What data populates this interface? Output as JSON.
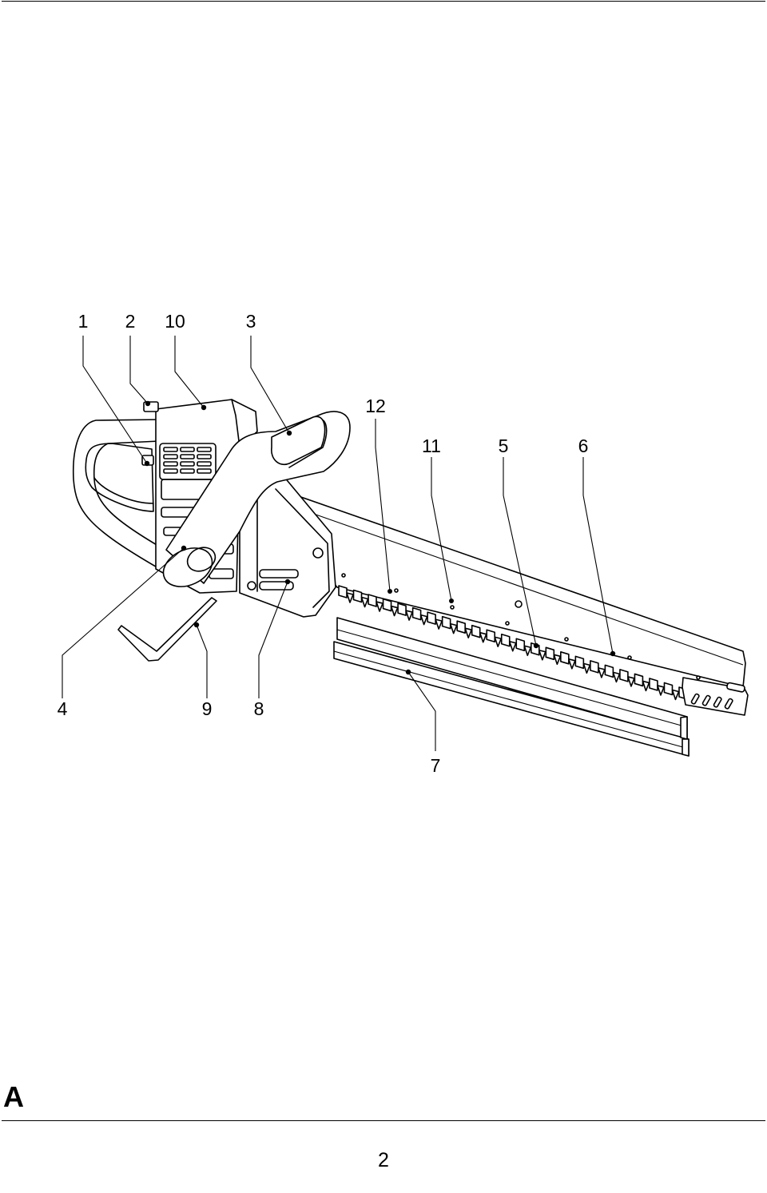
{
  "figure": {
    "callouts": [
      {
        "id": "1",
        "label": "1"
      },
      {
        "id": "2",
        "label": "2"
      },
      {
        "id": "10",
        "label": "10"
      },
      {
        "id": "3",
        "label": "3"
      },
      {
        "id": "12",
        "label": "12"
      },
      {
        "id": "11",
        "label": "11"
      },
      {
        "id": "5",
        "label": "5"
      },
      {
        "id": "6",
        "label": "6"
      },
      {
        "id": "4",
        "label": "4"
      },
      {
        "id": "9",
        "label": "9"
      },
      {
        "id": "8",
        "label": "8"
      },
      {
        "id": "7",
        "label": "7"
      }
    ]
  },
  "section_letter": "A",
  "page_number": "2"
}
